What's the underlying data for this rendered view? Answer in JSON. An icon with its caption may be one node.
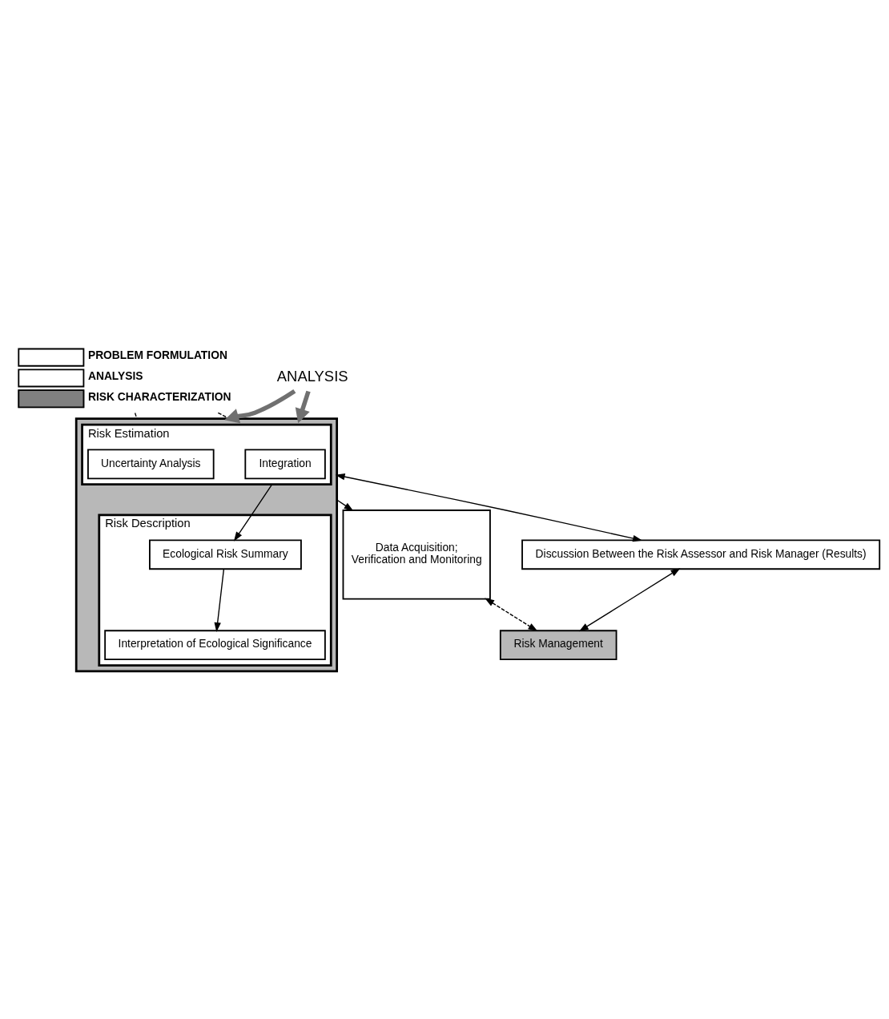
{
  "diagram": {
    "nodes": [
      {
        "text": [],
        "shape": "picture",
        "beside": [
          "PROBLEM FORMULATION",
          "ANALYSIS",
          "RISK CHARACTERIZATION"
        ]
      },
      {
        "text": [
          "ANALYSIS"
        ]
      },
      {
        "text": [],
        "shape": "box"
      },
      {
        "text": [
          "Risk Estimation"
        ],
        "in": 2
      },
      {
        "text": [
          "Integration"
        ],
        "in": 3
      },
      {
        "text": [
          "Uncertainty Analysis"
        ],
        "in": 3
      },
      {
        "text": [
          "Risk Description"
        ],
        "in": 2
      },
      {
        "text": [
          "Ecological Risk Summary"
        ],
        "in": 6
      },
      {
        "text": [
          "Interpretation of Ecological Significance"
        ],
        "in": 6
      },
      {
        "text": [
          "Data Acquisition; Verification and Monitoring"
        ]
      },
      {
        "text": [
          "Discussion Between the Risk Assessor and Risk Manager (Results)"
        ]
      },
      {
        "text": [
          "Risk Management"
        ]
      }
    ],
    "edges": [
      {
        "from": 0,
        "to": 2,
        "arrow": "none",
        "style": "dashed"
      },
      {
        "from": 0,
        "to": 2,
        "arrow": "none",
        "style": "dashed"
      },
      {
        "from": 1,
        "to": 2,
        "arrow": "to",
        "style": "thick",
        "color": "#707070"
      },
      {
        "from": 1,
        "to": 2,
        "arrow": "to",
        "style": "thick",
        "color": "#707070"
      },
      {
        "from": 3,
        "to": 7,
        "arrow": "to"
      },
      {
        "from": 7,
        "to": 8,
        "arrow": "to"
      },
      {
        "from": 2,
        "to": 9,
        "arrow": "to"
      },
      {
        "from": 2,
        "to": 10,
        "arrow": "both"
      },
      {
        "from": 10,
        "to": 11,
        "arrow": "both"
      },
      {
        "from": 9,
        "to": 11,
        "arrow": "both",
        "style": "dashed"
      }
    ]
  }
}
